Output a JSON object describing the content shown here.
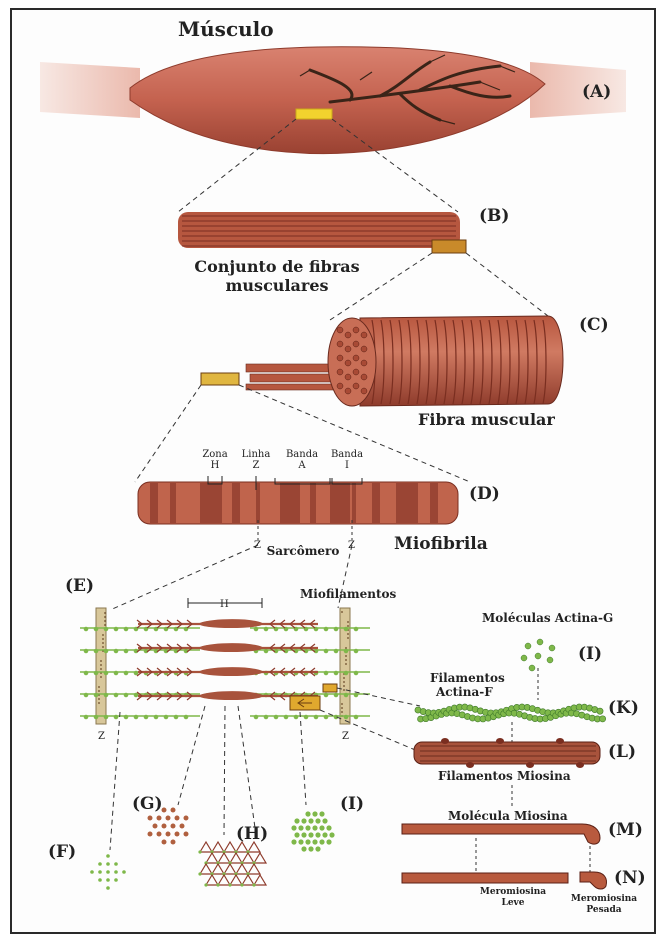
{
  "title": "Músculo",
  "levels": {
    "A": {
      "letter": "(A)"
    },
    "B": {
      "letter": "(B)",
      "label": "Conjunto de fibras musculares",
      "label_line1": "Conjunto de fibras",
      "label_line2": "musculares"
    },
    "C": {
      "letter": "(C)",
      "label": "Fibra muscular"
    },
    "D": {
      "letter": "(D)",
      "label": "Miofibrila",
      "sarcomero": "Sarcômero",
      "band_labels": [
        {
          "line1": "Zona",
          "line2": "H"
        },
        {
          "line1": "Linha",
          "line2": "Z"
        },
        {
          "line1": "Banda",
          "line2": "A"
        },
        {
          "line1": "Banda",
          "line2": "I"
        }
      ],
      "z_left": "Z",
      "z_right": "Z"
    },
    "E": {
      "letter": "(E)",
      "label": "Miofilamentos",
      "h_label": "H",
      "z_left": "Z",
      "z_right": "Z"
    },
    "F": {
      "letter": "(F)"
    },
    "G": {
      "letter": "(G)"
    },
    "H": {
      "letter": "(H)"
    },
    "I_cross": {
      "letter": "(I)"
    },
    "I_actin": {
      "letter": "(I)",
      "label": "Moléculas Actina-G"
    },
    "K": {
      "letter": "(K)",
      "label_line1": "Filamentos",
      "label_line2": "Actina-F"
    },
    "L": {
      "letter": "(L)",
      "label": "Filamentos Miosina"
    },
    "M": {
      "letter": "(M)",
      "label": "Molécula Miosina"
    },
    "N": {
      "letter": "(N)",
      "light_line1": "Meromiosina",
      "light_line2": "Leve",
      "heavy_line1": "Meromiosina",
      "heavy_line2": "Pesada"
    }
  },
  "colors": {
    "muscle": "#c4624f",
    "muscle_dark": "#8e3b2c",
    "myosin": "#a8533c",
    "actin": "#7fb84a",
    "actin_dark": "#3f7a2a",
    "highlight": "#f2d22e",
    "zdisc": "#d8c79a",
    "line": "#333333"
  }
}
